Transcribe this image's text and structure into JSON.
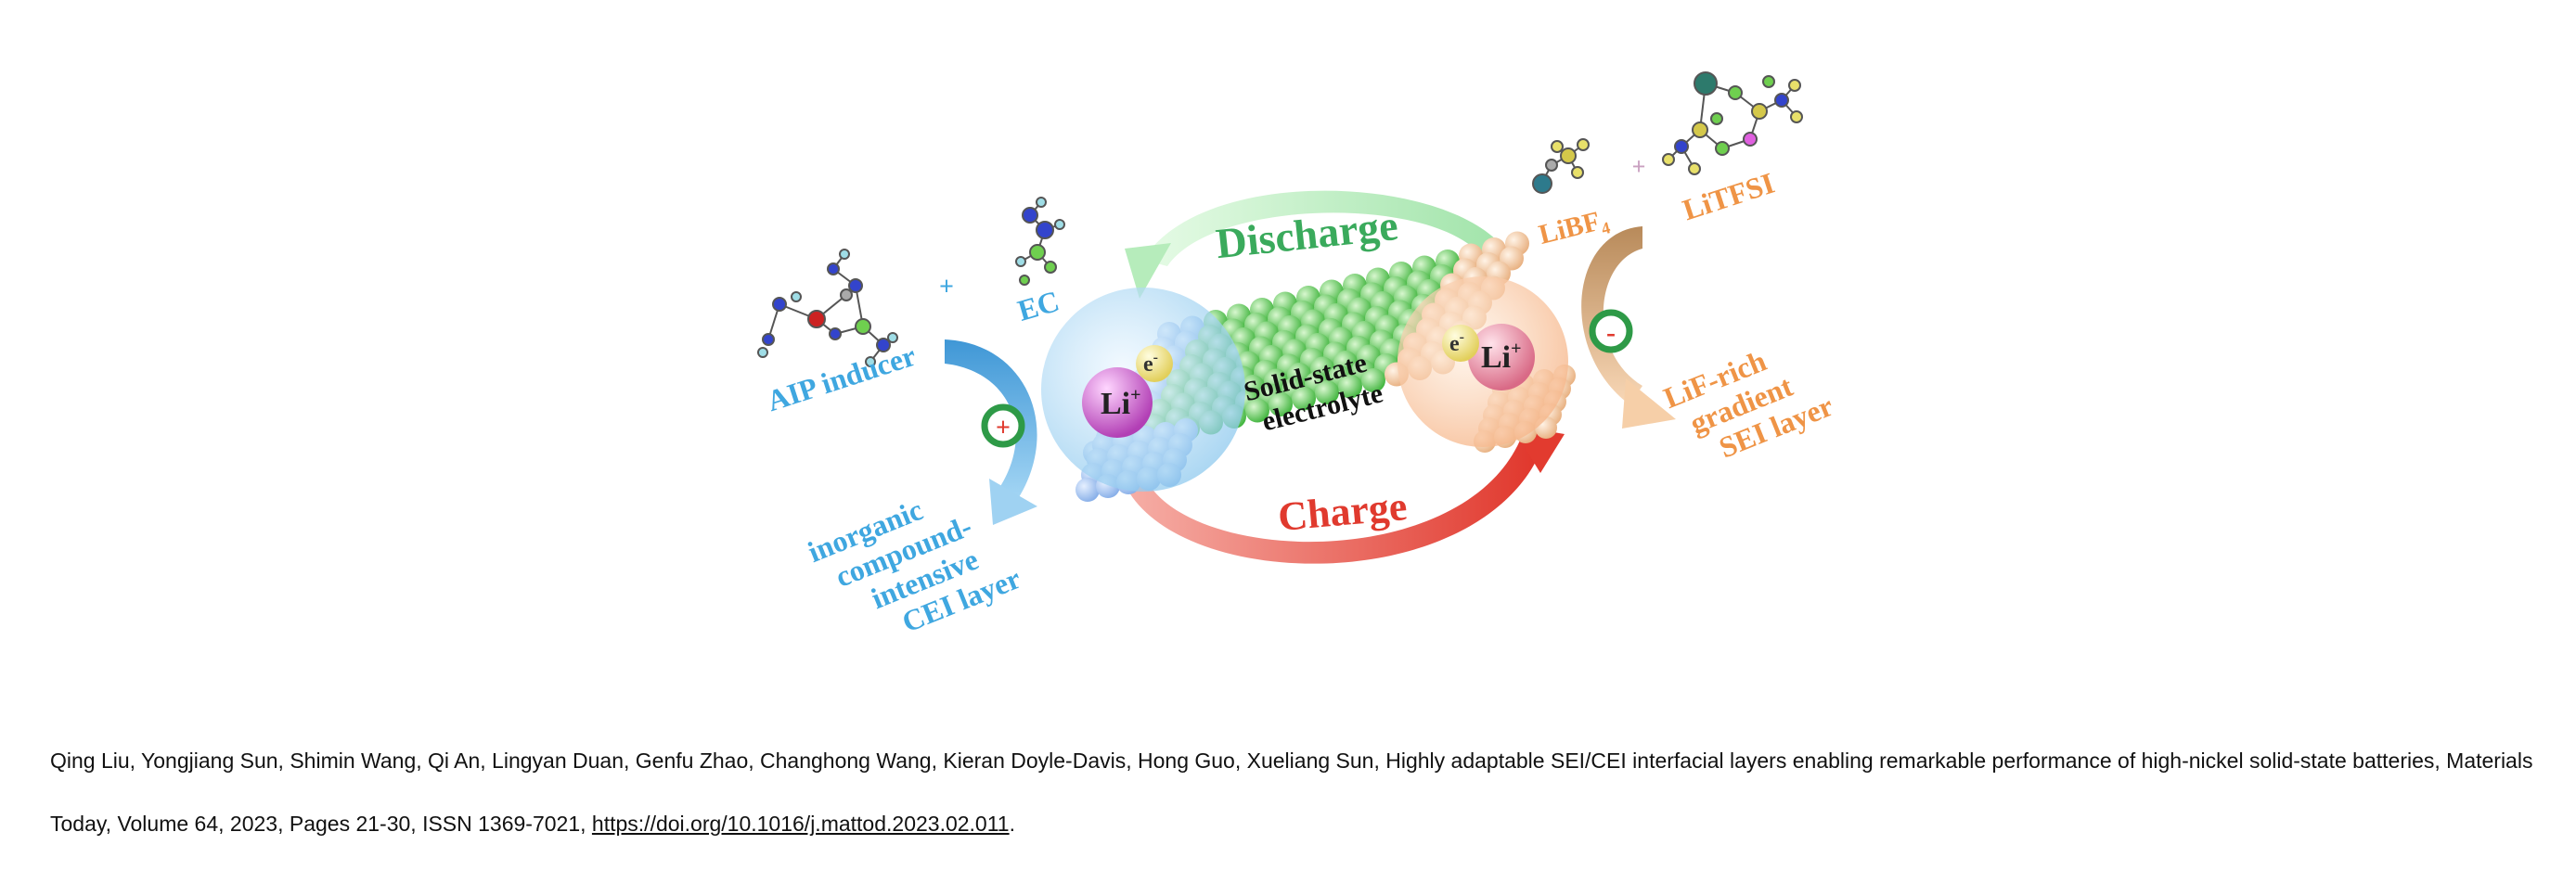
{
  "diagram": {
    "labels": {
      "discharge": "Discharge",
      "charge": "Charge",
      "electrolyte_line1": "Solid-state",
      "electrolyte_line2": "electrolyte",
      "li_left": "Li",
      "li_right": "Li",
      "li_sup": "+",
      "e_left": "e",
      "e_right": "e",
      "e_sup": "-",
      "aip": "AIP inducer",
      "ec": "EC",
      "plus_left": "+",
      "libf4": "LiBF",
      "libf4_sub": "4",
      "plus_right": "+",
      "litfsi": "LiTFSI",
      "cei_1": "inorganic",
      "cei_2": "compound-",
      "cei_3": "intensive",
      "cei_4": "CEI layer",
      "sei_1": "LiF-rich",
      "sei_2": "gradient",
      "sei_3": "SEI layer",
      "plus_badge": "+",
      "minus_badge": "-"
    },
    "colors": {
      "discharge": "#3aaa5c",
      "charge": "#e03a2e",
      "cathode_text": "#3fa7e0",
      "anode_text": "#ef9446",
      "electrolyte": "#5cc95a",
      "cathode_ball": "#9fc3f0",
      "anode_ball": "#f5c9a0"
    }
  },
  "caption": {
    "text": "Qing Liu, Yongjiang Sun, Shimin Wang, Qi An, Lingyan Duan, Genfu Zhao, Changhong Wang, Kieran Doyle-Davis, Hong Guo, Xueliang Sun, Highly adaptable SEI/CEI interfacial layers enabling remarkable performance of high-nickel solid-state batteries, Materials Today, Volume 64, 2023, Pages 21-30, ISSN 1369-7021, ",
    "link": "https://doi.org/10.1016/j.mattod.2023.02.011",
    "end": "."
  }
}
